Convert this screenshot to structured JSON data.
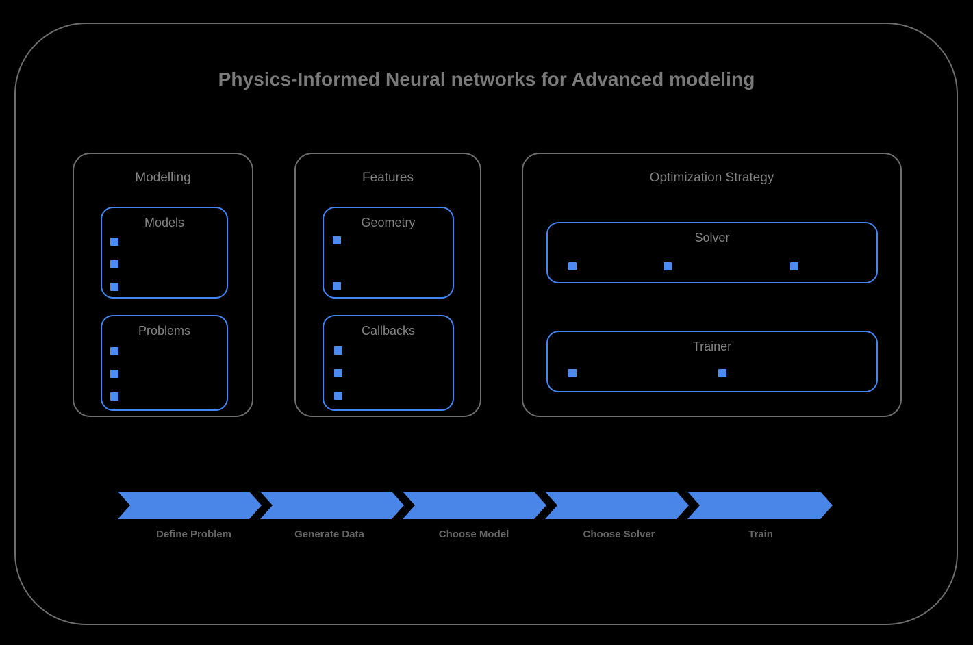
{
  "title": "Physics-Informed Neural networks for Advanced modeling",
  "colors": {
    "background": "#000000",
    "frame_border": "#6e6e6e",
    "accent_blue": "#4285f4",
    "chevron_blue": "#4a86e8",
    "text_gray": "#7a7a7a",
    "cube_blue": "#4d8bf0"
  },
  "groups": [
    {
      "id": "modelling",
      "title": "Modelling",
      "boxes": [
        {
          "id": "models",
          "title": "Models",
          "marker_count": 3,
          "marker_layout": "vertical"
        },
        {
          "id": "problems",
          "title": "Problems",
          "marker_count": 3,
          "marker_layout": "vertical"
        }
      ]
    },
    {
      "id": "features",
      "title": "Features",
      "boxes": [
        {
          "id": "geometry",
          "title": "Geometry",
          "marker_count": 2,
          "marker_layout": "vertical-spread"
        },
        {
          "id": "callbacks",
          "title": "Callbacks",
          "marker_count": 3,
          "marker_layout": "vertical"
        }
      ]
    },
    {
      "id": "optimization",
      "title": "Optimization Strategy",
      "boxes": [
        {
          "id": "solver",
          "title": "Solver",
          "marker_count": 3,
          "marker_layout": "horizontal"
        },
        {
          "id": "trainer",
          "title": "Trainer",
          "marker_count": 2,
          "marker_layout": "horizontal"
        }
      ]
    }
  ],
  "pipeline": {
    "steps": [
      {
        "label": "Define Problem"
      },
      {
        "label": "Generate Data"
      },
      {
        "label": "Choose Model"
      },
      {
        "label": "Choose Solver"
      },
      {
        "label": "Train"
      }
    ]
  }
}
